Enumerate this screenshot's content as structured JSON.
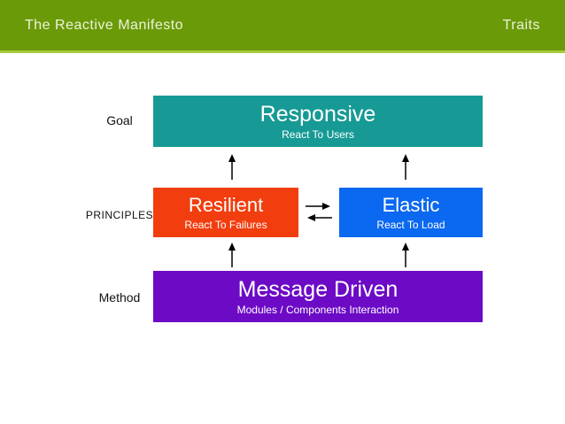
{
  "header": {
    "title": "The Reactive Manifesto",
    "right_label": "Traits",
    "bg_color": "#6B9A08",
    "strip_color": "#A9C93C",
    "text_color": "#EDF3DC"
  },
  "diagram": {
    "labels": {
      "goal": "Goal",
      "principles": "PRINCIPLES",
      "method": "Method"
    },
    "boxes": {
      "responsive": {
        "title": "Responsive",
        "subtitle": "React To Users",
        "color": "#179A95"
      },
      "resilient": {
        "title": "Resilient",
        "subtitle": "React To Failures",
        "color": "#F23D0E"
      },
      "elastic": {
        "title": "Elastic",
        "subtitle": "React To Load",
        "color": "#0B68F0"
      },
      "message_driven": {
        "title": "Message Driven",
        "subtitle": "Modules / Components Interaction",
        "color": "#6C0AC6"
      }
    },
    "arrow_color": "#000000"
  }
}
